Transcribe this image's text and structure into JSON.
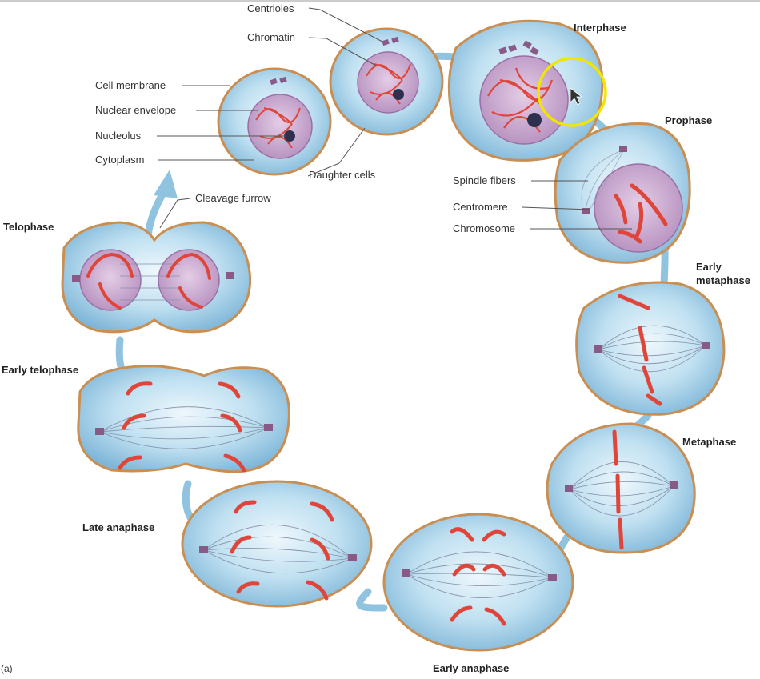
{
  "figure_label": "(a)",
  "phases": {
    "interphase": "Interphase",
    "prophase": "Prophase",
    "early_metaphase_line1": "Early",
    "early_metaphase_line2": "metaphase",
    "metaphase": "Metaphase",
    "early_anaphase": "Early anaphase",
    "late_anaphase": "Late anaphase",
    "early_telophase": "Early telophase",
    "telophase": "Telophase"
  },
  "labels": {
    "centrioles": "Centrioles",
    "chromatin": "Chromatin",
    "cell_membrane": "Cell membrane",
    "nuclear_envelope": "Nuclear envelope",
    "nucleolus": "Nucleolus",
    "cytoplasm": "Cytoplasm",
    "daughter_cells": "Daughter cells",
    "cleavage_furrow": "Cleavage furrow",
    "spindle_fibers": "Spindle fibers",
    "centromere": "Centromere",
    "chromosome": "Chromosome"
  },
  "colors": {
    "cell_fill": "#a9d3ea",
    "cell_border": "#c98f52",
    "nucleus_fill": "#c9a6cf",
    "chromosome": "#e0453a",
    "centriole": "#8a5a86",
    "cycle_arrow": "#8fc3e0",
    "cursor_highlight": "#f2e600"
  }
}
